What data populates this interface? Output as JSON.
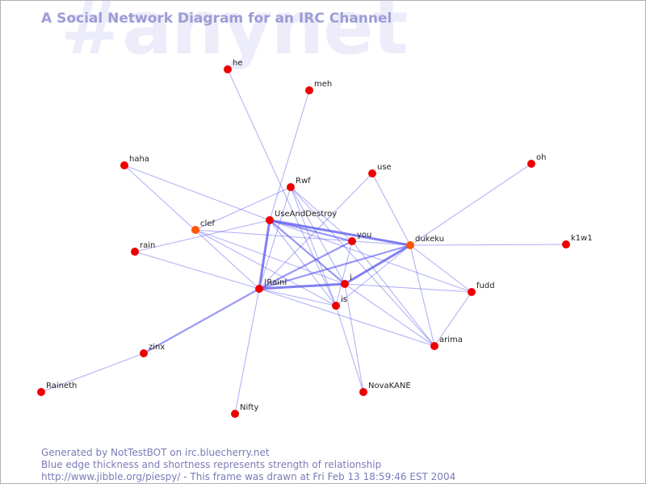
{
  "watermark": "#anynet",
  "title": "A Social Network Diagram for an IRC Channel",
  "footer": {
    "line1": "Generated by NotTestBOT on irc.bluecherry.net",
    "line2": "Blue edge thickness and shortness represents strength of relationship",
    "line3": "http://www.jibble.org/piespy/ - This frame was drawn at Fri Feb 13 18:59:46 EST 2004"
  },
  "colors": {
    "node": "#ee0000",
    "node_active": "#ff5500",
    "edge": "#5555ee",
    "title": "#9c9cd6",
    "watermark": "#ececfa",
    "footer": "#7a7ab8"
  },
  "nodes": [
    {
      "id": "he",
      "label": "he"
    },
    {
      "id": "meh",
      "label": "meh"
    },
    {
      "id": "haha",
      "label": "haha"
    },
    {
      "id": "use",
      "label": "use"
    },
    {
      "id": "oh",
      "label": "oh"
    },
    {
      "id": "Rwf",
      "label": "Rwf"
    },
    {
      "id": "UseAndDestroy",
      "label": "UseAndDestroy"
    },
    {
      "id": "clef",
      "label": "clef",
      "active": true
    },
    {
      "id": "you",
      "label": "you"
    },
    {
      "id": "dukeku",
      "label": "dukeku",
      "active": true
    },
    {
      "id": "k1w1",
      "label": "k1w1"
    },
    {
      "id": "rain",
      "label": "rain"
    },
    {
      "id": "IRainI",
      "label": "|RainI"
    },
    {
      "id": "i",
      "label": "i"
    },
    {
      "id": "fudd",
      "label": "fudd"
    },
    {
      "id": "is",
      "label": "is"
    },
    {
      "id": "arima",
      "label": "arima"
    },
    {
      "id": "zinx",
      "label": "zinx"
    },
    {
      "id": "NovaKANE",
      "label": "NovaKANE"
    },
    {
      "id": "Raineth",
      "label": "Raineth"
    },
    {
      "id": "Nifty",
      "label": "Nifty"
    }
  ],
  "edges": [
    {
      "source": "he",
      "target": "is",
      "weight": 1
    },
    {
      "source": "meh",
      "target": "UseAndDestroy",
      "weight": 1
    },
    {
      "source": "haha",
      "target": "UseAndDestroy",
      "weight": 1
    },
    {
      "source": "haha",
      "target": "IRainI",
      "weight": 1
    },
    {
      "source": "use",
      "target": "IRainI",
      "weight": 1
    },
    {
      "source": "use",
      "target": "dukeku",
      "weight": 1
    },
    {
      "source": "oh",
      "target": "dukeku",
      "weight": 1
    },
    {
      "source": "Rwf",
      "target": "clef",
      "weight": 1
    },
    {
      "source": "Rwf",
      "target": "you",
      "weight": 1
    },
    {
      "source": "Rwf",
      "target": "is",
      "weight": 1
    },
    {
      "source": "Rwf",
      "target": "i",
      "weight": 1
    },
    {
      "source": "Rwf",
      "target": "arima",
      "weight": 1
    },
    {
      "source": "Rwf",
      "target": "IRainI",
      "weight": 1
    },
    {
      "source": "UseAndDestroy",
      "target": "you",
      "weight": 2
    },
    {
      "source": "UseAndDestroy",
      "target": "dukeku",
      "weight": 3
    },
    {
      "source": "UseAndDestroy",
      "target": "IRainI",
      "weight": 3
    },
    {
      "source": "UseAndDestroy",
      "target": "i",
      "weight": 2
    },
    {
      "source": "UseAndDestroy",
      "target": "is",
      "weight": 1
    },
    {
      "source": "UseAndDestroy",
      "target": "fudd",
      "weight": 1
    },
    {
      "source": "UseAndDestroy",
      "target": "rain",
      "weight": 1
    },
    {
      "source": "clef",
      "target": "i",
      "weight": 1
    },
    {
      "source": "clef",
      "target": "dukeku",
      "weight": 1
    },
    {
      "source": "clef",
      "target": "is",
      "weight": 1
    },
    {
      "source": "you",
      "target": "IRainI",
      "weight": 2
    },
    {
      "source": "you",
      "target": "arima",
      "weight": 1
    },
    {
      "source": "you",
      "target": "is",
      "weight": 1
    },
    {
      "source": "dukeku",
      "target": "IRainI",
      "weight": 2
    },
    {
      "source": "dukeku",
      "target": "i",
      "weight": 3
    },
    {
      "source": "dukeku",
      "target": "is",
      "weight": 1
    },
    {
      "source": "dukeku",
      "target": "fudd",
      "weight": 1
    },
    {
      "source": "dukeku",
      "target": "k1w1",
      "weight": 1
    },
    {
      "source": "dukeku",
      "target": "arima",
      "weight": 1
    },
    {
      "source": "i",
      "target": "IRainI",
      "weight": 3
    },
    {
      "source": "i",
      "target": "fudd",
      "weight": 1
    },
    {
      "source": "i",
      "target": "arima",
      "weight": 1
    },
    {
      "source": "i",
      "target": "NovaKANE",
      "weight": 1
    },
    {
      "source": "IRainI",
      "target": "is",
      "weight": 1
    },
    {
      "source": "IRainI",
      "target": "rain",
      "weight": 1
    },
    {
      "source": "IRainI",
      "target": "zinx",
      "weight": 2
    },
    {
      "source": "IRainI",
      "target": "Nifty",
      "weight": 1
    },
    {
      "source": "IRainI",
      "target": "arima",
      "weight": 1
    },
    {
      "source": "zinx",
      "target": "Raineth",
      "weight": 1
    },
    {
      "source": "is",
      "target": "NovaKANE",
      "weight": 1
    },
    {
      "source": "fudd",
      "target": "arima",
      "weight": 1
    }
  ]
}
